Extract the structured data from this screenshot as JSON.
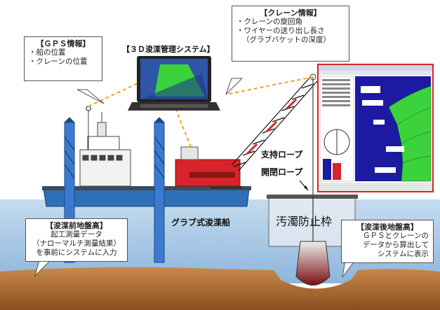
{
  "callouts": {
    "gps": {
      "title": "【ＧＰＳ情報】",
      "lines": [
        "・船の位置",
        "・クレーンの位置"
      ]
    },
    "system": {
      "title": "【３Ｄ浚渫管理システム】"
    },
    "crane": {
      "title": "【クレーン情報】",
      "lines": [
        "・クレーンの旋回角",
        "・ワイヤーの送り出し長さ",
        "（グラブバケットの深度）"
      ]
    },
    "before": {
      "title": "【浚渫前地盤高】",
      "lines": [
        "起工測量データ",
        "（ナローマルチ測量結果）",
        "を事前にシステムに入力"
      ]
    },
    "after": {
      "title": "【浚渫後地盤高】",
      "lines": [
        "ＧＰＳとクレーンの",
        "データから算出して",
        "システムに表示"
      ]
    }
  },
  "labels": {
    "support_rope": "支持ロープ",
    "open_close_rope": "開閉ロープ",
    "silt_fence": "汚濁防止枠",
    "vessel": "グラブ式浚渫船"
  },
  "colors": {
    "sky": "#dbe9f4",
    "water": "#a9c9e6",
    "seabed": "#b06a2e",
    "hull": "#2f6fb7",
    "boom_red": "#d8232a",
    "dashed_link": "#f2a21b",
    "screen_green": "#3cd23c",
    "screen_blue": "#1b1aa0"
  }
}
